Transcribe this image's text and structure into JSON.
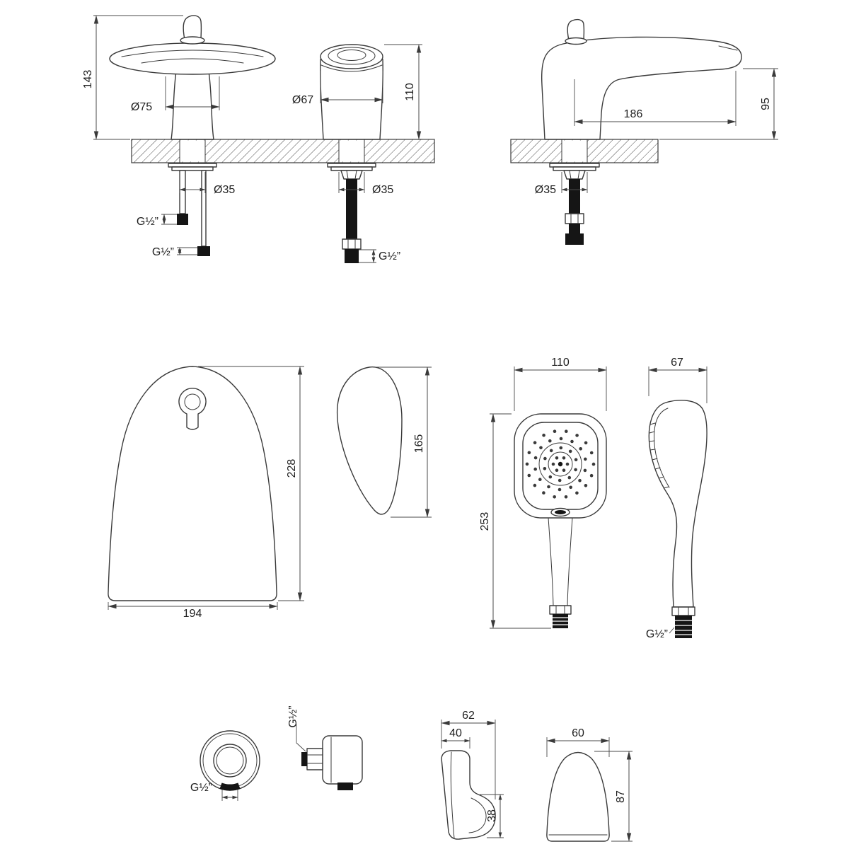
{
  "canvas": {
    "background": "#ffffff",
    "line_color": "#3a3a3a",
    "fill_black": "#151515"
  },
  "faucet_front": {
    "total_height": "143",
    "spout_dia": "Ø75",
    "valve_dia": "Ø67",
    "valve_height": "110",
    "spout_hole_dia": "Ø35",
    "valve_hole_dia": "Ø35",
    "hose_thread": "G½”",
    "stud_thread": "G½”",
    "valve_thread": "G½”"
  },
  "faucet_side": {
    "spout_reach": "186",
    "spout_height": "95",
    "hole_dia": "Ø35"
  },
  "cover_front": {
    "height": "228",
    "width": "194"
  },
  "cover_side": {
    "depth": "165"
  },
  "handshower_front": {
    "width": "110",
    "length": "253"
  },
  "handshower_side": {
    "depth": "67",
    "thread": "G½”"
  },
  "wall_outlet_front": {
    "thread": "G½”"
  },
  "wall_outlet_side": {
    "thread": "G½”"
  },
  "holder_side": {
    "width": "62",
    "body_width": "40",
    "hook_height": "38"
  },
  "holder_front": {
    "width": "60",
    "height": "87"
  }
}
